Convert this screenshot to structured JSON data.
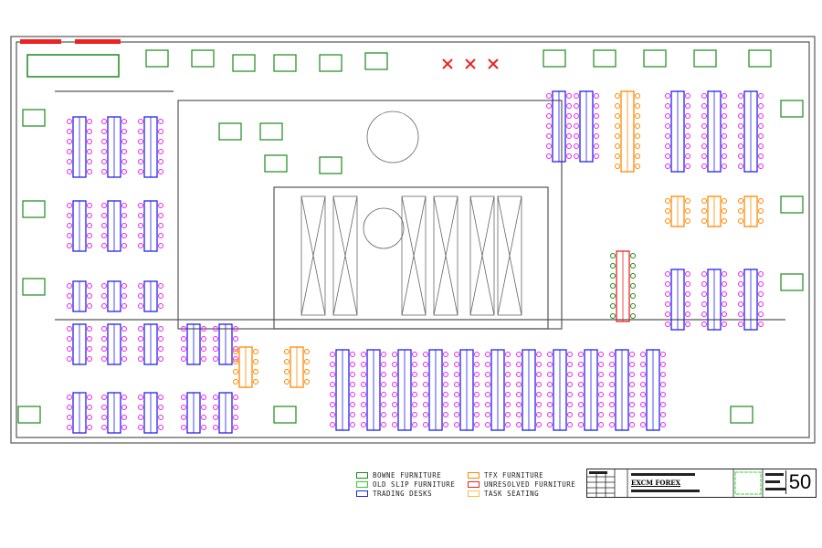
{
  "drawing": {
    "title": "EXCM FOREX",
    "sheet_number": "50"
  },
  "legend": [
    {
      "label": "BOWNE FURNITURE",
      "color": "#1a8a1a"
    },
    {
      "label": "OLD SLIP FURNITURE",
      "color": "#33cc33"
    },
    {
      "label": "TRADING DESKS",
      "color": "#2222ee"
    },
    {
      "label": "TFX FURNITURE",
      "color": "#ff8800"
    },
    {
      "label": "UNRESOLVED FURNITURE",
      "color": "#ee2222"
    },
    {
      "label": "TASK SEATING",
      "color": "#ffbb44"
    }
  ],
  "colors": {
    "wall": "#555555",
    "chair": "#ee22ee",
    "desk": "#2222ee"
  }
}
